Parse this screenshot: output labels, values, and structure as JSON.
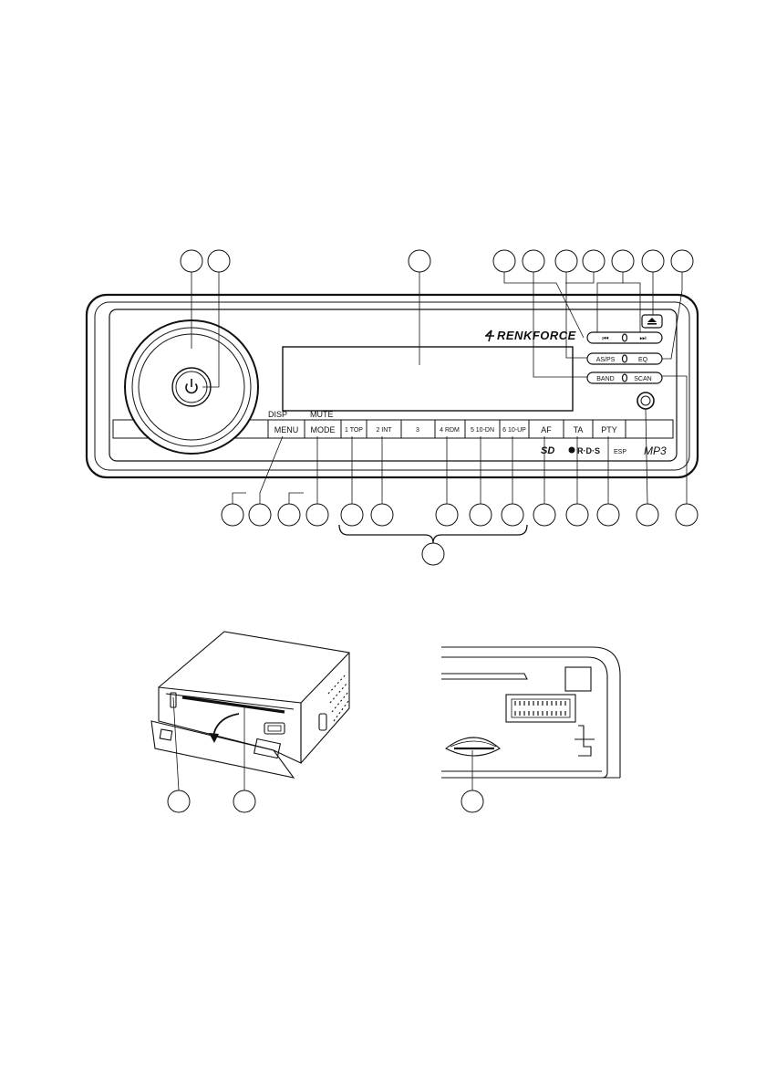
{
  "header_panel": {
    "brand": "RENKFORCE",
    "labels_above": {
      "disp": "DISP",
      "mute": "MUTE"
    },
    "buttons_row": [
      {
        "id": "menu",
        "label": "MENU"
      },
      {
        "id": "mode",
        "label": "MODE"
      },
      {
        "id": "p1",
        "label": "1 TOP"
      },
      {
        "id": "p2",
        "label": "2 INT"
      },
      {
        "id": "p3",
        "label": "3"
      },
      {
        "id": "p4",
        "label": "4 RDM"
      },
      {
        "id": "p5",
        "label": "5 10-DN"
      },
      {
        "id": "p6",
        "label": "6 10-UP"
      },
      {
        "id": "af",
        "label": "AF"
      },
      {
        "id": "ta",
        "label": "TA"
      },
      {
        "id": "pty",
        "label": "PTY"
      }
    ],
    "right_buttons": {
      "prev": "⏮",
      "next": "⏭",
      "as_ps": "AS/PS",
      "eq": "EQ",
      "band": "BAND",
      "scan": "SCAN"
    },
    "logos": {
      "sd": "SD",
      "rds": "R·D·S",
      "esp": "ESP",
      "mp3": "MP3"
    }
  },
  "icons": {
    "power": "power-icon",
    "eject": "eject-icon",
    "prev": "skip-back-icon",
    "next": "skip-forward-icon",
    "cd": "disc-icon"
  }
}
